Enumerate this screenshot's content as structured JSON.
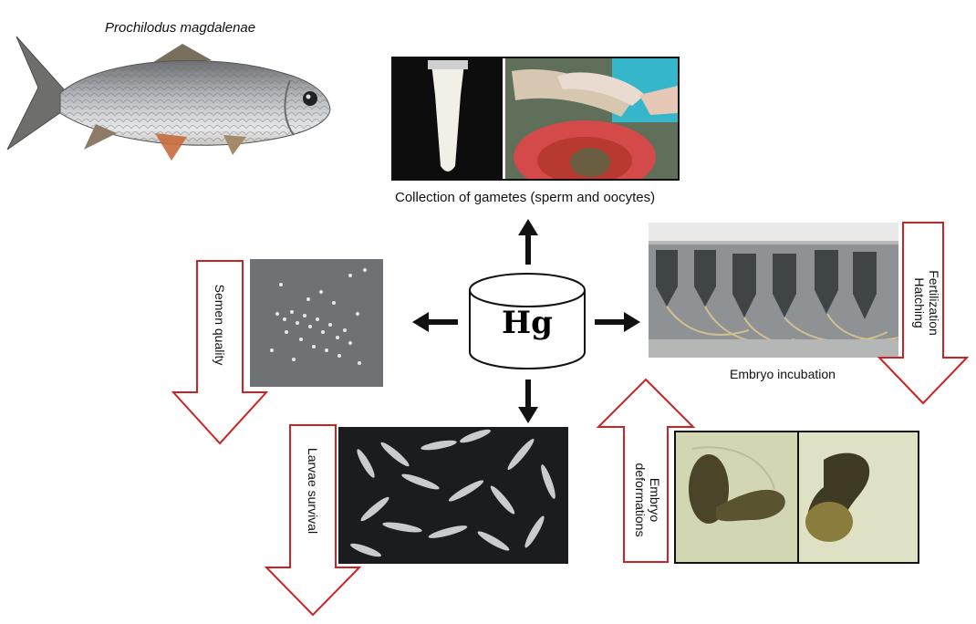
{
  "species": {
    "name": "Prochilodus magdalenae"
  },
  "center": {
    "label": "Hg"
  },
  "top": {
    "caption": "Collection of gametes (sperm and oocytes)"
  },
  "right": {
    "caption": "Embryo incubation",
    "arrow_line1": "Fertilization",
    "arrow_line2": "Hatching"
  },
  "left": {
    "arrow_label": "Semen quality"
  },
  "bottom": {
    "arrow_label": "Larvae survival"
  },
  "embryo": {
    "arrow_line1": "Embryo",
    "arrow_line2": "deformations"
  },
  "colors": {
    "arrow_outline": "#cc2222",
    "arrow_fill": "#ffffff",
    "main_arrow": "#111111"
  }
}
